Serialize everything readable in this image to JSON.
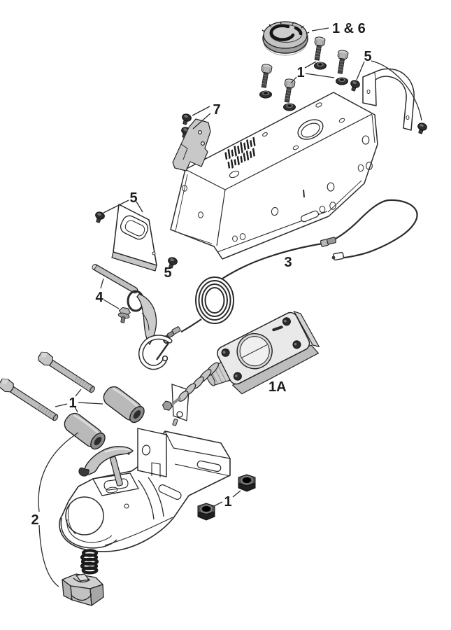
{
  "diagram": {
    "type": "exploded-parts-diagram",
    "subject": "trailer-coupler-brake-actuator-assembly",
    "background": "#ffffff",
    "line_color": "#2b2b2b",
    "shade_color": "#bfbfbf",
    "dark_hardware_color": "#2e2e2e",
    "callouts": {
      "filler_cap": "1 & 6",
      "top_bolts": "1",
      "right_bracket_screws": "5",
      "small_bracket": "7",
      "left_cover_plate": "5",
      "mid_screw": "5",
      "breakaway_cable": "3",
      "release_lever": "4",
      "actuator": "1A",
      "pivot_hardware": "1",
      "coupler_nuts": "1",
      "ball_clamp": "2"
    }
  }
}
